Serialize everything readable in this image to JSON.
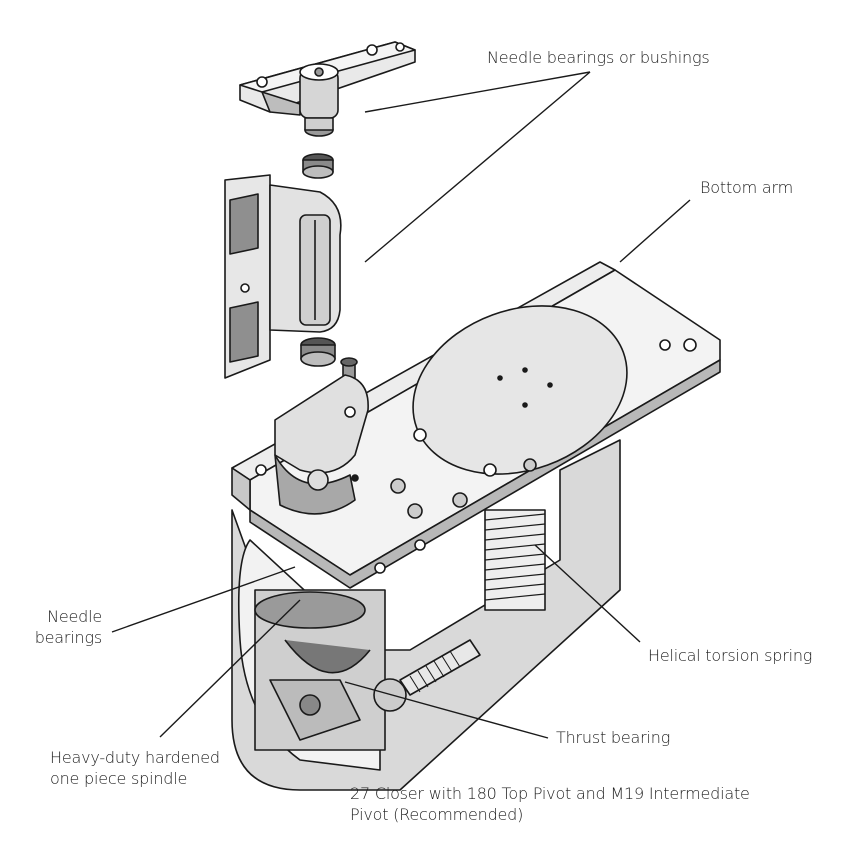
{
  "diagram": {
    "title": "27 Closer with 180 Top Pivot and M19 Intermediate Pivot (Recommended)",
    "caption_lines": [
      "27 Closer with 180 Top Pivot and M19 Intermediate",
      "Pivot (Recommended)"
    ],
    "callouts": [
      {
        "id": "needle-bearings-or-bushings",
        "text": "Needle bearings or bushings"
      },
      {
        "id": "bottom-arm",
        "text": "Bottom arm"
      },
      {
        "id": "needle-bearings",
        "lines": [
          "Needle",
          "bearings"
        ]
      },
      {
        "id": "helical-torsion-spring",
        "text": "Helical torsion spring"
      },
      {
        "id": "thrust-bearing",
        "text": "Thrust bearing"
      },
      {
        "id": "spindle",
        "lines": [
          "Heavy-duty hardened",
          "one piece spindle"
        ]
      }
    ],
    "colors": {
      "ink": "#1a1a1a",
      "shade": "#9a9a9a",
      "light": "#d6d6d6",
      "mid": "#b8b8b8"
    }
  }
}
